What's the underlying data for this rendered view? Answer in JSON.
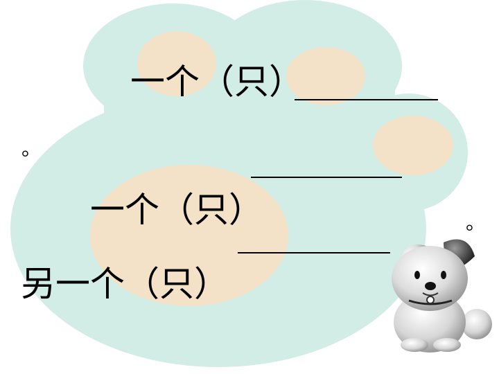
{
  "lines": {
    "line1": "一个（只）",
    "line2": "一个（只）",
    "line3": "另一个（只）"
  },
  "punctuation": {
    "mark": "。"
  },
  "colors": {
    "cloud": "#d2ece6",
    "spot": "#f3e1c8",
    "text": "#000000"
  },
  "decoration": {
    "cartoon": "dog-icon"
  }
}
